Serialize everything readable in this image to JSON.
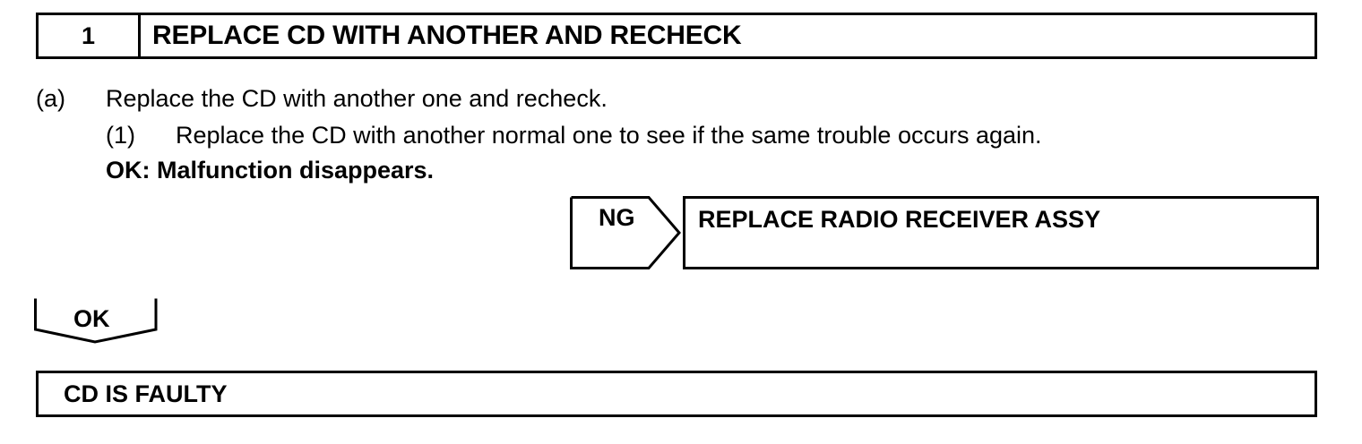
{
  "step": {
    "number": "1",
    "title": "REPLACE CD WITH ANOTHER AND RECHECK"
  },
  "instructions": {
    "item_a_marker": "(a)",
    "item_a_text": "Replace the CD with another one and recheck.",
    "sub_1_marker": "(1)",
    "sub_1_text": "Replace the CD with another normal one to see if the same trouble occurs again.",
    "ok_condition": "OK: Malfunction disappears."
  },
  "ng_branch": {
    "label": "NG",
    "result": "REPLACE RADIO RECEIVER ASSY"
  },
  "ok_branch": {
    "label": "OK"
  },
  "final_result": "CD IS FAULTY"
}
